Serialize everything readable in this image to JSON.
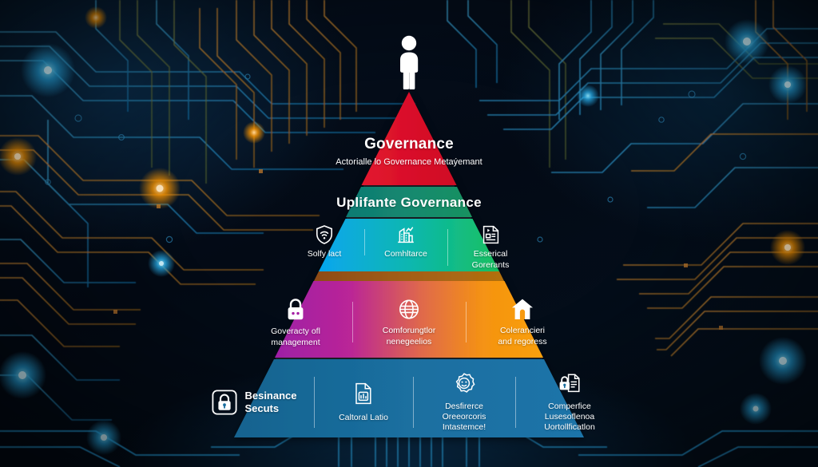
{
  "figure": {
    "type": "pyramid-diagram",
    "background": {
      "name": "circuit-board-background",
      "base_color": "#05101f",
      "trace_colors": [
        "#1d7fb8",
        "#2aa7d8",
        "#b4722a",
        "#8a8a3a"
      ],
      "glow_colors": [
        "#29b6f6",
        "#ff9800"
      ]
    },
    "apex_icon": "person-icon",
    "levels": [
      {
        "id": "level-governance",
        "title": "Governance",
        "subtitle": "Actorialle lo Governance Metaýemant",
        "color": "#e3152f",
        "color_right": "#cf0b24",
        "items": []
      },
      {
        "id": "level-uplifante",
        "title": "Uplifante Governance",
        "color": "#11776e",
        "color_right": "#1a8f62",
        "items": []
      },
      {
        "id": "level-controls",
        "title": "",
        "color": "#0aa6e8",
        "color_right": "#18c05f",
        "items": [
          {
            "icon": "shield-wifi-icon",
            "label": "Solfy lact"
          },
          {
            "icon": "buildings-chart-icon",
            "label": "Comhltarce"
          },
          {
            "icon": "document-grid-icon",
            "label": "Esserical\nGorerants"
          }
        ]
      },
      {
        "id": "level-operations",
        "title": "",
        "color": "#a51fa4",
        "color_right": "#f79a10",
        "divider_color": "#9c5a10",
        "items": [
          {
            "icon": "padlock-icon",
            "label": "Goveracty ofl\nmanagement"
          },
          {
            "icon": "globe-icon",
            "label": "Comforungtlor\nnenegeelios"
          },
          {
            "icon": "home-icon",
            "label": "Colerancieri\nand regoress"
          }
        ]
      },
      {
        "id": "level-foundation",
        "title": "",
        "color": "#1a6d9e",
        "color_right": "#1b73a8",
        "items": [
          {
            "icon": "lock-box-icon",
            "label": "Besinance\nSecuts"
          },
          {
            "icon": "file-chart-icon",
            "label": "Caltoral Latio"
          },
          {
            "icon": "gear-face-icon",
            "label": "Desfirerce\nOreeorcoris\nIntastemce!"
          },
          {
            "icon": "lock-doc-icon",
            "label": "Comperfice\nLusesoflenoa\nUortollficatlon"
          }
        ]
      }
    ]
  }
}
